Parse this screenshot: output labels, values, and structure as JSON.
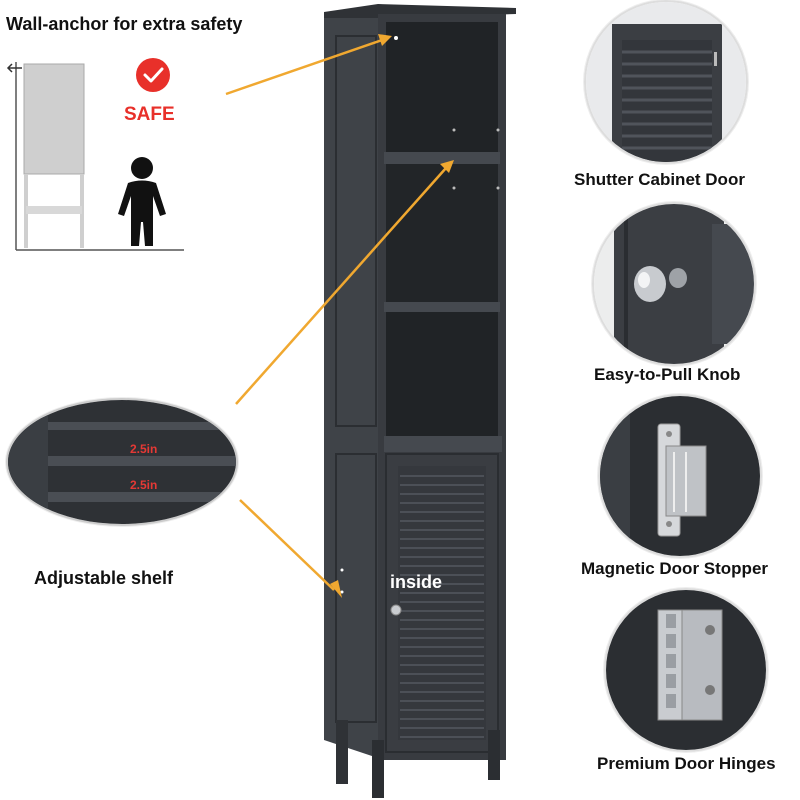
{
  "colors": {
    "cabinet": "#3a3d42",
    "cabinet_dark": "#2b2e32",
    "arrow": "#f0a830",
    "safe_red": "#e8302a",
    "dimension_red": "#e53935"
  },
  "labels": {
    "wall_anchor": "Wall-anchor for extra safety",
    "safe": "SAFE",
    "adjustable_shelf": "Adjustable shelf",
    "inside": "inside",
    "shutter_door": "Shutter Cabinet Door",
    "knob": "Easy-to-Pull Knob",
    "stopper": "Magnetic Door Stopper",
    "hinges": "Premium Door Hinges",
    "dim_1": "2.5in",
    "dim_2": "2.5in"
  },
  "icons": [
    "checkmark-icon",
    "child-figure-icon",
    "wall-arrow-icon"
  ]
}
